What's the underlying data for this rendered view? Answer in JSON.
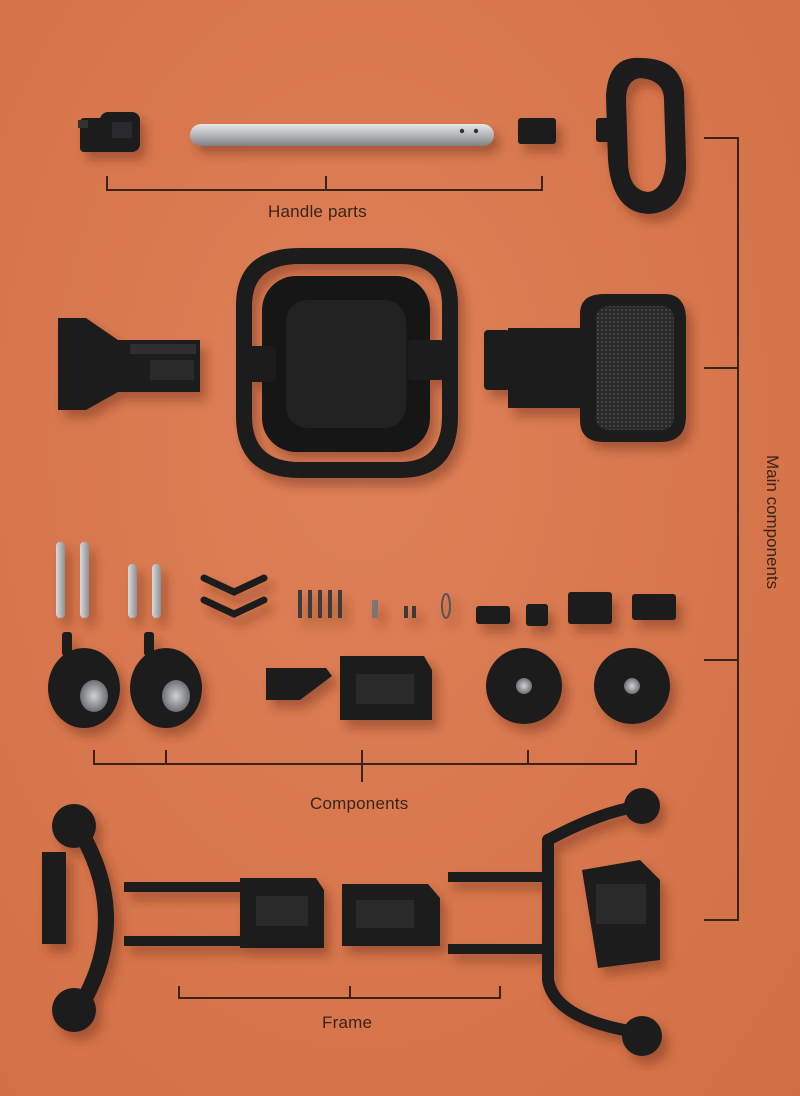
{
  "labels": {
    "handle_parts": "Handle parts",
    "components": "Components",
    "frame": "Frame",
    "main_components": "Main components"
  },
  "colors": {
    "background": "#D9784E",
    "part": "#1c1c1d",
    "bracket_line": "#3a2418",
    "metal": "#b9bcbe"
  }
}
